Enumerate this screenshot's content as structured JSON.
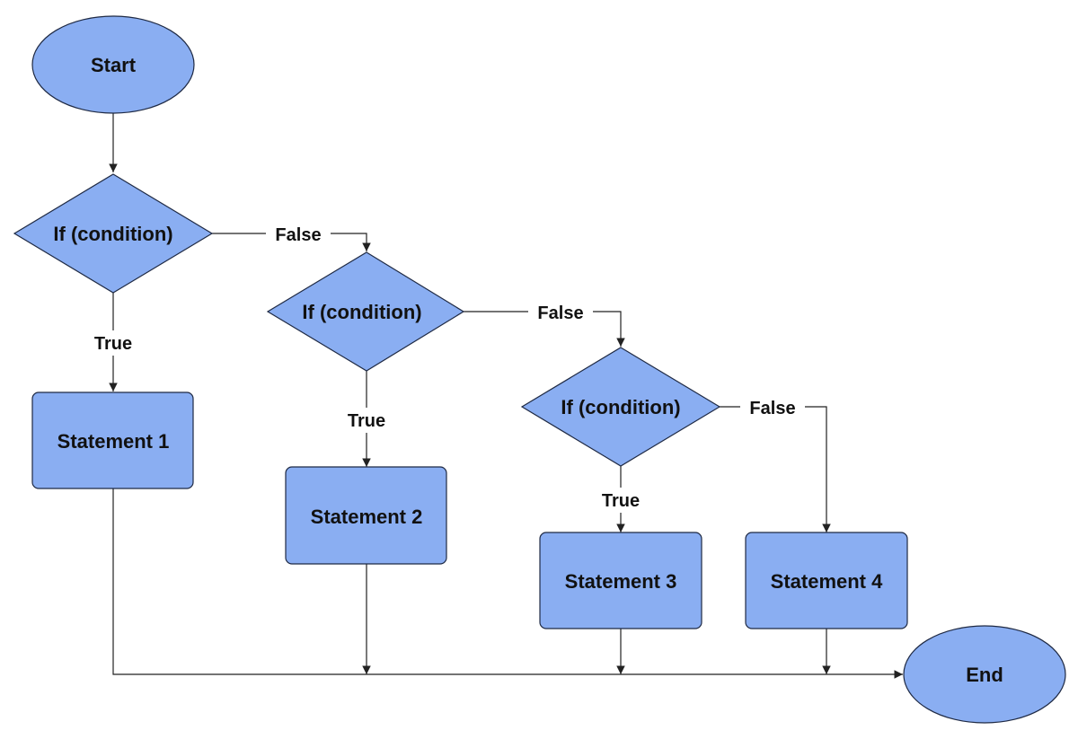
{
  "colors": {
    "node_fill": "#8aaef2",
    "node_stroke": "#1f2a44",
    "edge": "#222222",
    "background": "#ffffff"
  },
  "nodes": {
    "start": {
      "label": "Start"
    },
    "cond1": {
      "label": "If (condition)"
    },
    "cond2": {
      "label": "If (condition)"
    },
    "cond3": {
      "label": "If (condition)"
    },
    "stmt1": {
      "label": "Statement 1"
    },
    "stmt2": {
      "label": "Statement 2"
    },
    "stmt3": {
      "label": "Statement 3"
    },
    "stmt4": {
      "label": "Statement 4"
    },
    "end": {
      "label": "End"
    }
  },
  "edges": {
    "cond1_true": {
      "label": "True"
    },
    "cond1_false": {
      "label": "False"
    },
    "cond2_true": {
      "label": "True"
    },
    "cond2_false": {
      "label": "False"
    },
    "cond3_true": {
      "label": "True"
    },
    "cond3_false": {
      "label": "False"
    }
  }
}
